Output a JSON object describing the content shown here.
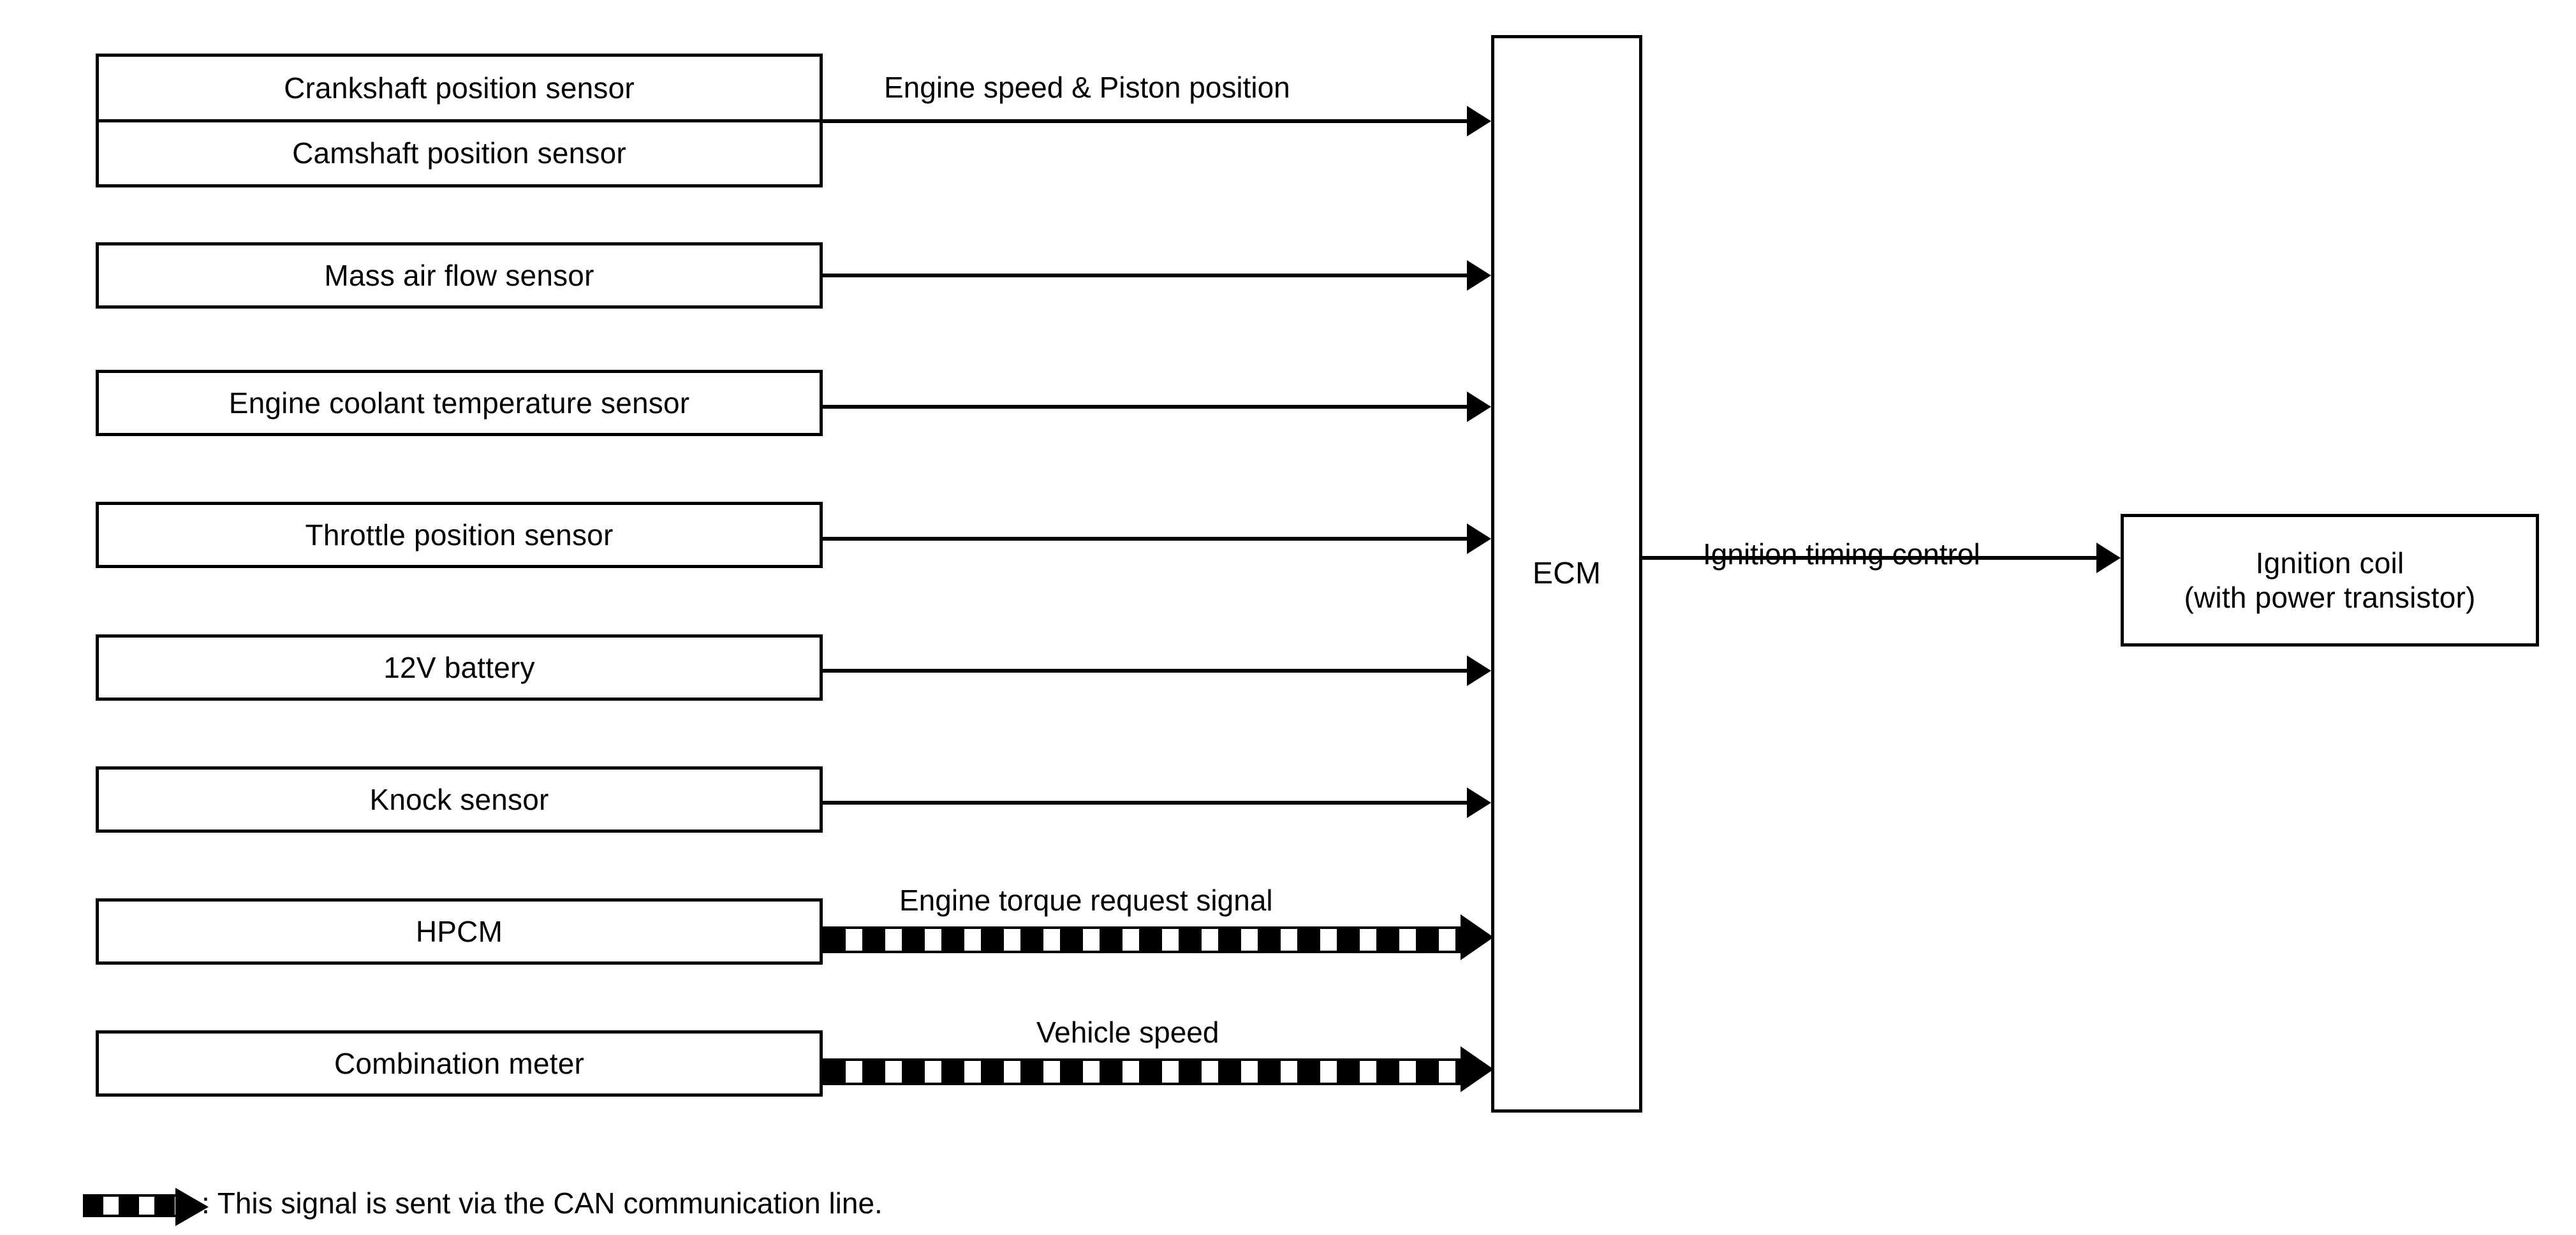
{
  "diagram": {
    "title": "Ignition system block diagram",
    "colors": {
      "line": "#000000",
      "fill": "#ffffff"
    }
  },
  "inputs": [
    {
      "id": "crank-cam-group",
      "type": "group",
      "cells": [
        {
          "label": "Crankshaft position sensor"
        },
        {
          "label": "Camshaft position sensor"
        }
      ],
      "signal_label": "Engine speed & Piston position",
      "signal_kind": "wire"
    },
    {
      "id": "maf",
      "label": "Mass air flow sensor",
      "signal_label": "",
      "signal_kind": "wire"
    },
    {
      "id": "ect",
      "label": "Engine coolant temperature sensor",
      "signal_label": "",
      "signal_kind": "wire"
    },
    {
      "id": "tps",
      "label": "Throttle position sensor",
      "signal_label": "",
      "signal_kind": "wire"
    },
    {
      "id": "battery",
      "label": "12V battery",
      "signal_label": "",
      "signal_kind": "wire"
    },
    {
      "id": "knock",
      "label": "Knock sensor",
      "signal_label": "",
      "signal_kind": "wire"
    },
    {
      "id": "hpcm",
      "label": "HPCM",
      "signal_label": "Engine torque request signal",
      "signal_kind": "can"
    },
    {
      "id": "meter",
      "label": "Combination meter",
      "signal_label": "Vehicle speed",
      "signal_kind": "can"
    }
  ],
  "controller": {
    "label": "ECM"
  },
  "output": {
    "signal_label": "Ignition timing control",
    "label_line1": "Ignition coil",
    "label_line2": "(with power transistor)"
  },
  "legend": {
    "glyph_name": "can-dashed-arrow-icon",
    "text": ": This signal is sent via the CAN communication line."
  }
}
